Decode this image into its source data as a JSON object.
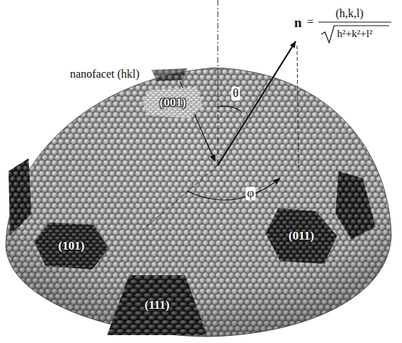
{
  "diagram": {
    "nodes": [
      {
        "text": [
          "(001)"
        ]
      },
      {
        "text": [
          "(101)"
        ]
      },
      {
        "text": [
          "(011)"
        ]
      },
      {
        "text": [
          "(111)"
        ]
      }
    ],
    "labels": [
      "nanofacet (hkl)",
      "θ",
      "φ",
      "n",
      "=",
      "(h,k,l)",
      "h²+k²+l²"
    ]
  }
}
